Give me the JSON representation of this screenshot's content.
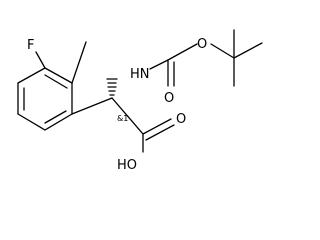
{
  "molecule": {
    "atoms": {
      "fluorine": "F",
      "nitrogen_h": "HN",
      "carbonyl_oxygen_boc": "O",
      "ester_oxygen": "O",
      "acid_carbonyl_oxygen": "O",
      "hydroxyl": "HO"
    },
    "stereo_label": "&1"
  }
}
